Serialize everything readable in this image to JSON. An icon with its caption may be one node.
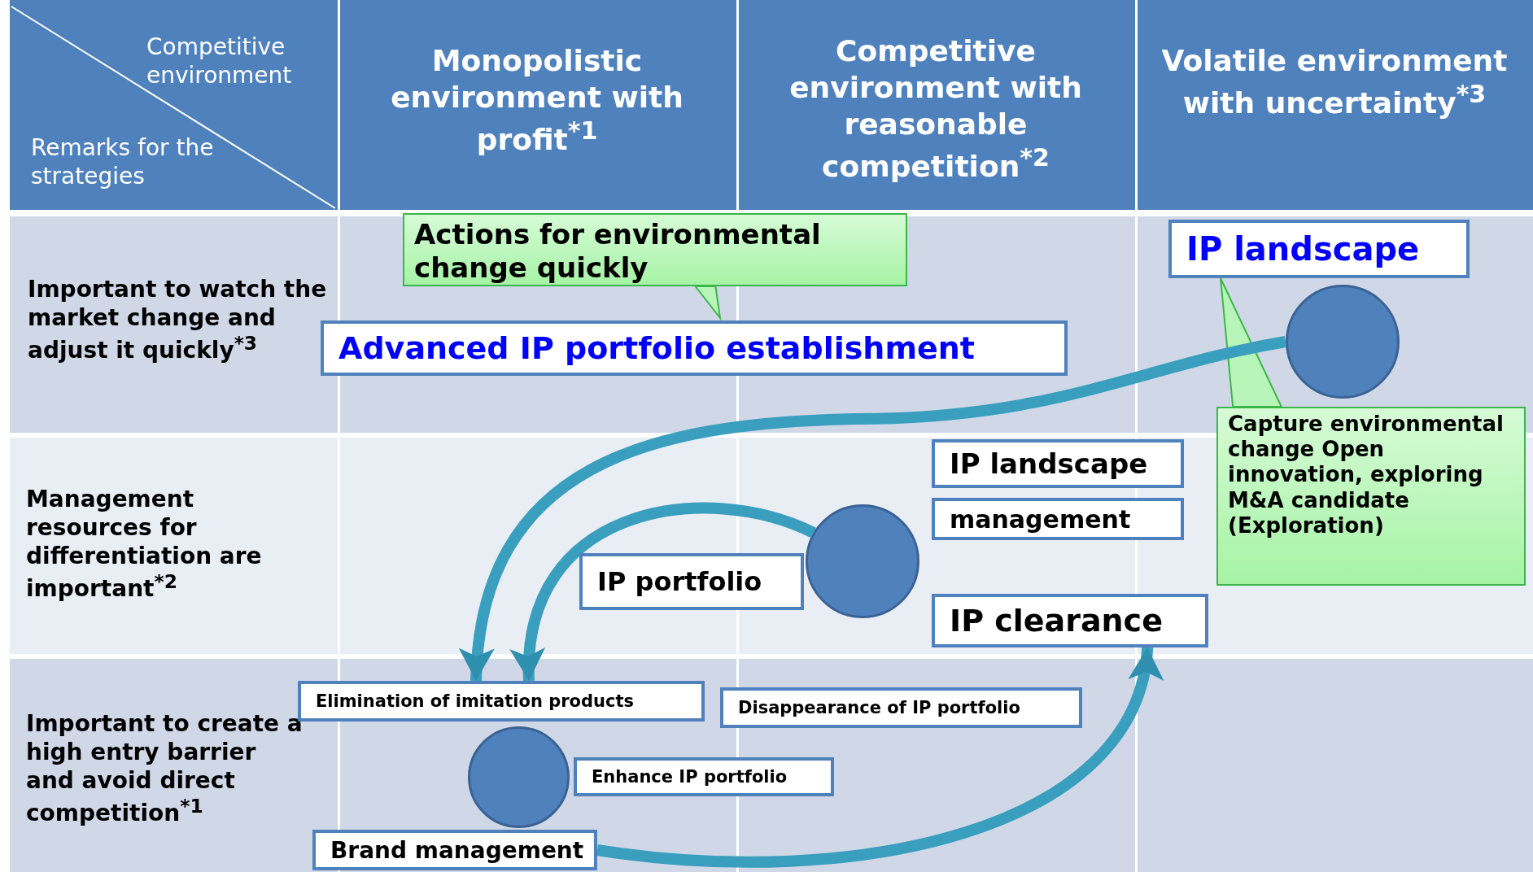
{
  "diagram": {
    "nodes": [
      {
        "text": [
          "Actions for environmental change quickly"
        ]
      },
      {
        "text": [
          "IP landscape"
        ]
      },
      {
        "text": [],
        "shape": "circle"
      },
      {
        "text": [
          "Advanced IP portfolio establishment"
        ]
      },
      {
        "text": [
          "IP landscape"
        ]
      },
      {
        "text": [
          "Capture environmental change Open innovation, exploring M&A candidate (Exploration)"
        ]
      },
      {
        "text": [],
        "shape": "circle"
      },
      {
        "text": [
          "IP portfolio"
        ]
      },
      {
        "text": [
          "management"
        ]
      },
      {
        "text": [
          "IP clearance"
        ]
      },
      {
        "text": [
          "Elimination of imitation products"
        ]
      },
      {
        "text": [
          "Disappearance of IP portfolio"
        ]
      },
      {
        "text": [],
        "shape": "circle"
      },
      {
        "text": [
          "Enhance IP portfolio"
        ]
      },
      {
        "text": [
          "Brand management"
        ]
      }
    ],
    "edges": [
      {
        "from": 0,
        "to": null,
        "arrow": "to"
      },
      {
        "from": 5,
        "to": 1,
        "arrow": "to"
      },
      {
        "from": 2,
        "to": 10,
        "arrow": "to"
      },
      {
        "from": 6,
        "to": 10,
        "arrow": "to"
      },
      {
        "from": 14,
        "to": 9,
        "arrow": "to"
      }
    ],
    "labels": [
      "Competitive environment",
      "Remarks for the strategies",
      "Monopolistic environment with profit$^{*1}$",
      "Competitive environment with reasonable competition$^{*2}$",
      "Volatile environment with uncertainty$^{*3}$",
      "Important to watch the market change and adjust it quickly$^{*3}$",
      "Management resources for differentiation are important$^{*2}$",
      "Important to create a high entry barrier and avoid direct competition$^{*1}$"
    ]
  }
}
